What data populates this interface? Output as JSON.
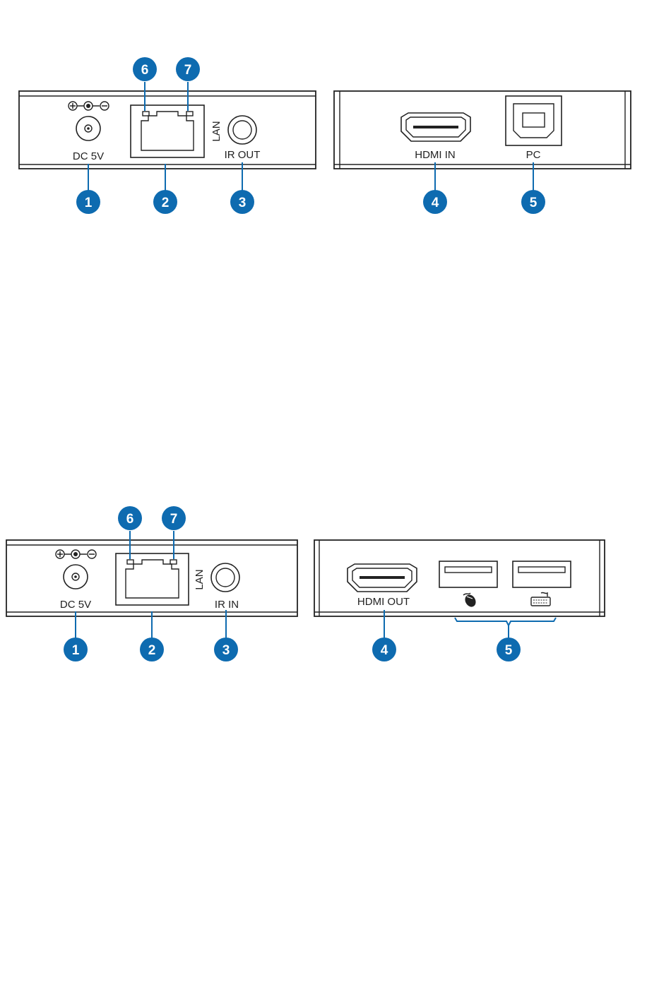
{
  "colors": {
    "callout": "#0e6bb0",
    "outline": "#222222"
  },
  "transmitter": {
    "back_panel": {
      "power_label": "DC 5V",
      "lan_label": "LAN",
      "ir_label": "IR OUT"
    },
    "front_panel": {
      "hdmi_label": "HDMI IN",
      "usb_label": "PC"
    },
    "callouts": [
      "1",
      "2",
      "3",
      "4",
      "5",
      "6",
      "7"
    ]
  },
  "receiver": {
    "back_panel": {
      "power_label": "DC 5V",
      "lan_label": "LAN",
      "ir_label": "IR IN"
    },
    "front_panel": {
      "hdmi_label": "HDMI OUT",
      "usb_icons": [
        "mouse-icon",
        "keyboard-icon"
      ]
    },
    "callouts": [
      "1",
      "2",
      "3",
      "4",
      "5",
      "6",
      "7"
    ]
  }
}
